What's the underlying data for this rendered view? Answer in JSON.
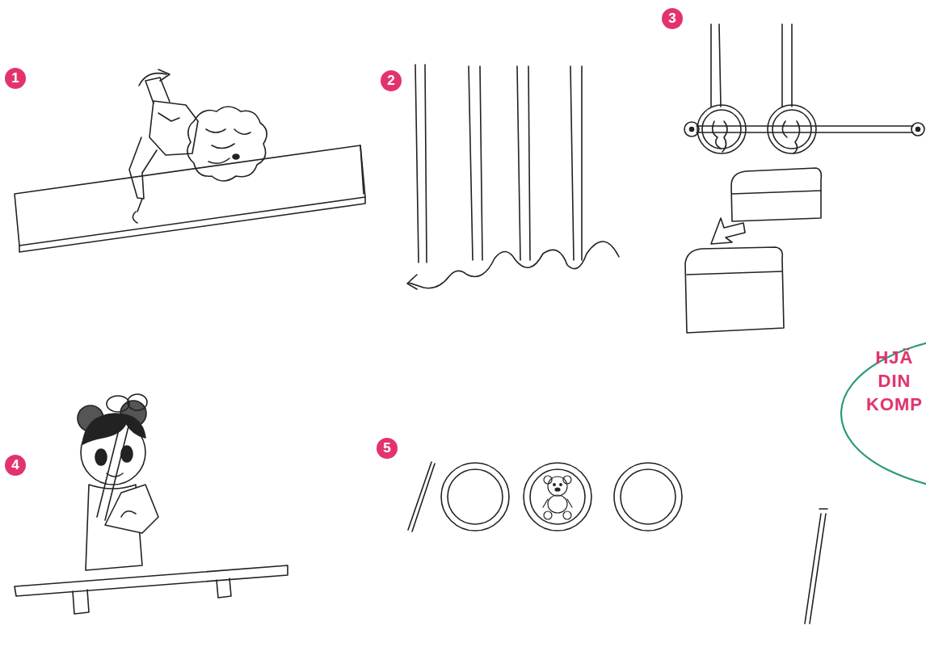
{
  "diagram": {
    "nodes": [
      {
        "text": [
          "HJÄ DIN KOMP"
        ]
      }
    ],
    "labels": [
      "1",
      "2",
      "3",
      "4",
      "5"
    ]
  }
}
